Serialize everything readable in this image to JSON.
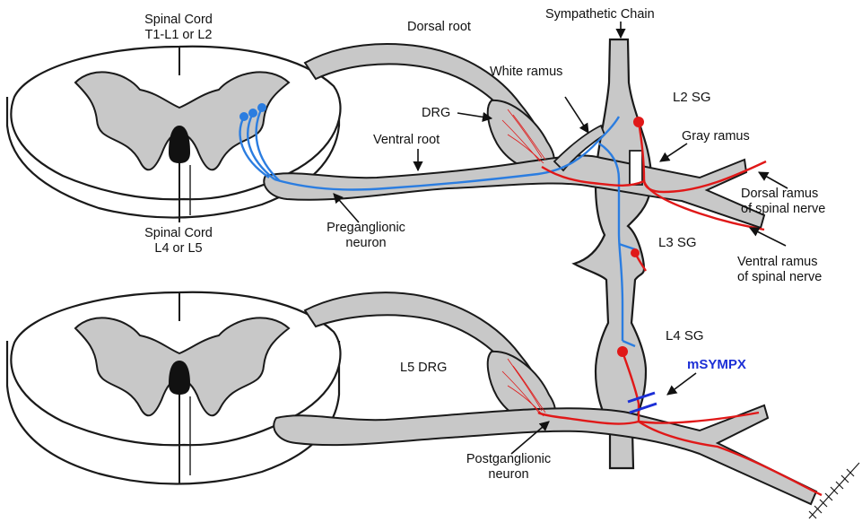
{
  "colors": {
    "tissue": "#c8c8c8",
    "outline": "#1a1a1a",
    "preganglionic": "#2b7de0",
    "postganglionic": "#e01818",
    "msympx_text": "#1c2fd6",
    "background": "#ffffff"
  },
  "labels": {
    "spinal_cord_top_line1": "Spinal Cord",
    "spinal_cord_top_line2": "T1-L1 or L2",
    "dorsal_root": "Dorsal root",
    "sympathetic_chain": "Sympathetic Chain",
    "white_ramus": "White ramus",
    "l2_sg": "L2 SG",
    "drg": "DRG",
    "gray_ramus": "Gray ramus",
    "ventral_root": "Ventral root",
    "dorsal_ramus_line1": "Dorsal ramus",
    "dorsal_ramus_line2": "of spinal nerve",
    "spinal_cord_bottom_line1": "Spinal Cord",
    "spinal_cord_bottom_line2": "L4 or L5",
    "preganglionic_line1": "Preganglionic",
    "preganglionic_line2": "neuron",
    "l3_sg": "L3 SG",
    "ventral_ramus_line1": "Ventral ramus",
    "ventral_ramus_line2": "of spinal nerve",
    "l4_sg": "L4 SG",
    "msympx": "mSYMPX",
    "l5_drg": "L5 DRG",
    "postganglionic_line1": "Postganglionic",
    "postganglionic_line2": "neuron"
  }
}
